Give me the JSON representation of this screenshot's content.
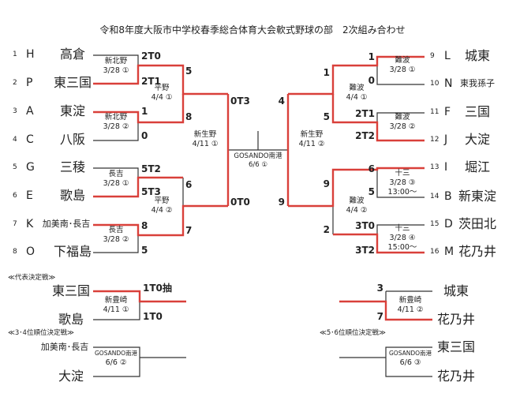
{
  "title": "令和8年度大阪市中学校春季総合体育大会軟式野球の部　2次組み合わせ",
  "left_teams": [
    {
      "no": "1",
      "code": "H",
      "name": "高倉"
    },
    {
      "no": "2",
      "code": "P",
      "name": "東三国"
    },
    {
      "no": "3",
      "code": "A",
      "name": "東淀"
    },
    {
      "no": "4",
      "code": "C",
      "name": "八阪"
    },
    {
      "no": "5",
      "code": "G",
      "name": "三稜"
    },
    {
      "no": "6",
      "code": "E",
      "name": "歌島"
    },
    {
      "no": "7",
      "code": "K",
      "name": "加美南･長吉"
    },
    {
      "no": "8",
      "code": "O",
      "name": "下福島"
    }
  ],
  "right_teams": [
    {
      "no": "9",
      "code": "L",
      "name": "城東"
    },
    {
      "no": "10",
      "code": "N",
      "name": "東我孫子"
    },
    {
      "no": "11",
      "code": "F",
      "name": "三国"
    },
    {
      "no": "12",
      "code": "J",
      "name": "大淀"
    },
    {
      "no": "13",
      "code": "I",
      "name": "堀江"
    },
    {
      "no": "14",
      "code": "B",
      "name": "新東淀"
    },
    {
      "no": "15",
      "code": "D",
      "name": "茨田北"
    },
    {
      "no": "16",
      "code": "M",
      "name": "花乃井"
    }
  ],
  "left_scores": {
    "r1": [
      "2T0",
      "2T1",
      "1",
      "0",
      "5T2",
      "5T3",
      "8",
      "5"
    ],
    "r2": [
      "5",
      "8",
      "6",
      "7"
    ],
    "r3": [
      "0T3",
      "0T0"
    ]
  },
  "right_scores": {
    "r1": [
      "1",
      "0",
      "2T1",
      "2T2",
      "6",
      "5",
      "3T0",
      "3T2"
    ],
    "r2": [
      "1",
      "5",
      "9",
      "2"
    ],
    "r3": [
      "4",
      "9"
    ]
  },
  "left_venues": {
    "r1": [
      [
        "新北野",
        "3/28 ①"
      ],
      [
        "新北野",
        "3/28 ②"
      ],
      [
        "長吉",
        "3/28 ①"
      ],
      [
        "長吉",
        "3/28 ②"
      ]
    ],
    "r2": [
      [
        "平野",
        "4/4 ①"
      ],
      [
        "平野",
        "4/4 ②"
      ]
    ],
    "r3": [
      [
        "新生野",
        "4/11 ①"
      ]
    ]
  },
  "right_venues": {
    "r1": [
      [
        "難波",
        "3/28 ①"
      ],
      [
        "難波",
        "3/28 ②"
      ],
      [
        "十三",
        "3/28 ③",
        "13:00～"
      ],
      [
        "十三",
        "3/28 ④",
        "15:00～"
      ]
    ],
    "r2": [
      [
        "難波",
        "4/4 ①"
      ],
      [
        "難波",
        "4/4 ②"
      ]
    ],
    "r3": [
      [
        "新生野",
        "4/11 ②"
      ]
    ]
  },
  "final": {
    "venue": "GOSANDO南港",
    "date": "6/6 ①"
  },
  "rep": {
    "heading": "≪代表決定戦≫",
    "left": {
      "top": "東三国",
      "bottom": "歌島",
      "score_top": "1T0抽",
      "score_bottom": "1T0",
      "venue": "新豊崎",
      "date": "4/11 ①"
    },
    "right": {
      "top": "城東",
      "bottom": "花乃井",
      "score_top": "3",
      "score_bottom": "7",
      "venue": "新豊崎",
      "date": "4/11 ②"
    }
  },
  "third": {
    "heading": "≪3･4位順位決定戦≫",
    "top": "加美南･長吉",
    "bottom": "大淀",
    "venue": "GOSANDO南港",
    "date": "6/6 ②"
  },
  "fifth": {
    "heading": "≪5･6位順位決定戦≫",
    "top": "東三国",
    "bottom": "花乃井",
    "venue": "GOSANDO南港",
    "date": "6/6 ③"
  },
  "colors": {
    "win": "#d9403a",
    "line": "#333333"
  }
}
